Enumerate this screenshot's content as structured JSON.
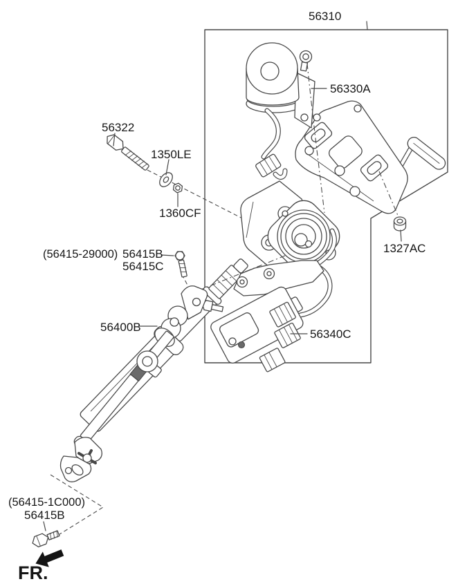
{
  "style": {
    "background": "#ffffff",
    "line_color": "#474747",
    "text_color": "#161616",
    "marker_color": "#141414"
  },
  "callouts": {
    "assembly": "56310",
    "motor": "56330A",
    "bolt": "56322",
    "washer": "1350LE",
    "nut": "1360CF",
    "mounting_nut": "1327AC",
    "applicability_upper": "(56415-29000)",
    "pinch_bolt_upper_b": "56415B",
    "pinch_bolt_upper_c": "56415C",
    "intermediate_shaft": "56400B",
    "controller": "56340C",
    "applicability_lower": "(56415-1C000)",
    "pinch_bolt_lower_b": "56415B",
    "front_marker": "FR."
  }
}
